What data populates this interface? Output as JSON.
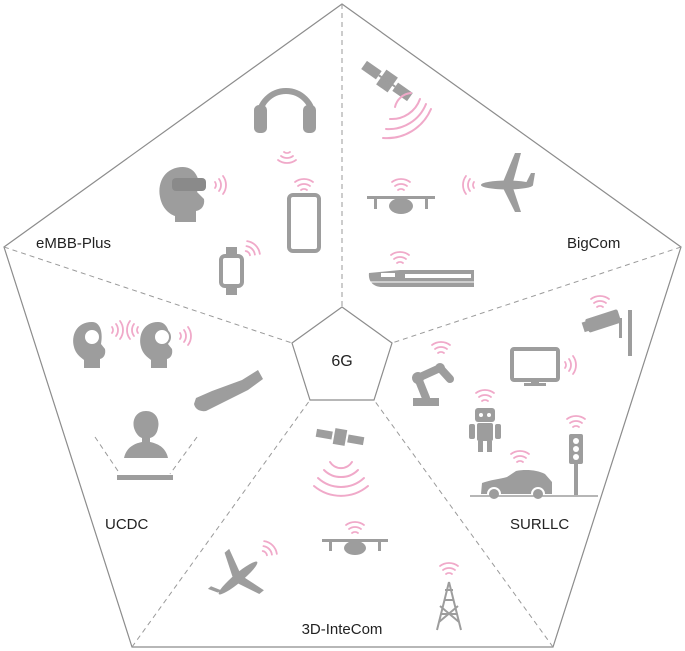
{
  "center_label": "6G",
  "sectors": {
    "embb": "eMBB-Plus",
    "bigcom": "BigCom",
    "surllc": "SURLLC",
    "intecom": "3D-InteCom",
    "ucdc": "UCDC"
  },
  "colors": {
    "icon": "#9d9d9d",
    "signal": "#f0a9c9",
    "outline": "#8c8c8c"
  }
}
